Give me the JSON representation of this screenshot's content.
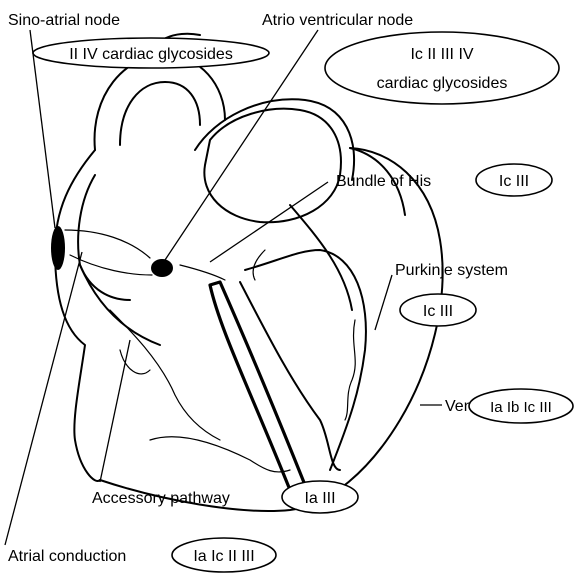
{
  "labels": {
    "sa_node": "Sino-atrial node",
    "av_node": "Atrio ventricular node",
    "bundle_his": "Bundle of His",
    "purkinje": "Purkinje system",
    "ventricle": "Ventricle",
    "accessory": "Accessory pathway",
    "atrial_conduction": "Atrial conduction"
  },
  "drug_classes": {
    "sa_node": "II IV cardiac glycosides",
    "av_node_line1": "Ic II III IV",
    "av_node_line2": "cardiac glycosides",
    "bundle_his": "Ic III",
    "purkinje": "Ic III",
    "ventricle": "Ia Ib Ic III",
    "accessory": "Ia III",
    "atrial_conduction": "Ia Ic II III"
  }
}
